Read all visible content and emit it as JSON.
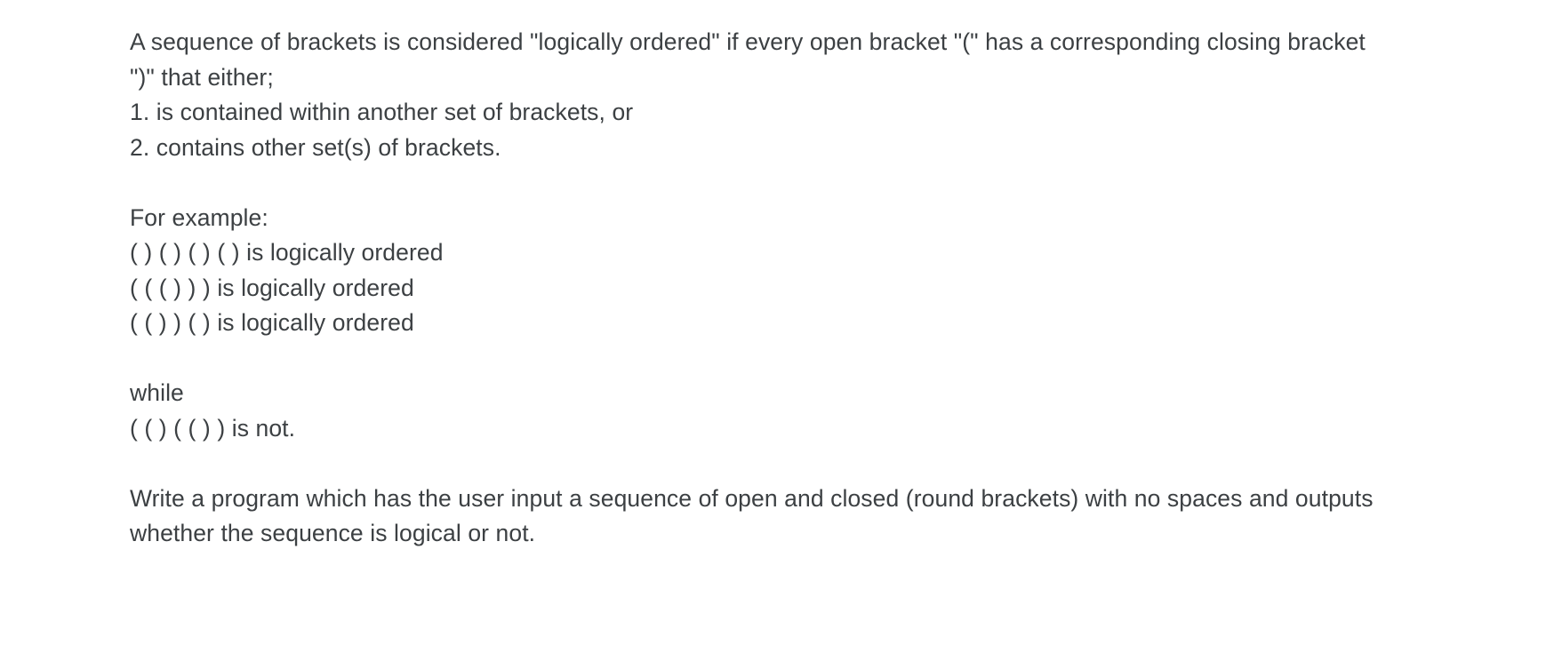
{
  "document": {
    "type": "plain-text-problem-statement",
    "text_color": "#3c4043",
    "background_color": "#ffffff",
    "paragraphs": [
      {
        "id": "definition",
        "lines": [
          "A sequence of brackets is considered \"logically ordered\" if every open bracket \"(\" has a corresponding closing bracket \")\" that either;",
          "1. is contained within another set of brackets, or",
          "2. contains other set(s) of brackets."
        ]
      },
      {
        "id": "examples",
        "lines": [
          "For example:",
          "( ) ( ) ( ) ( ) is logically ordered",
          "( ( ( ) ) ) is logically ordered",
          "( ( ) ) ( ) is logically ordered"
        ]
      },
      {
        "id": "counter-example",
        "lines": [
          "while",
          "( ( ) ( ( ) ) is not."
        ]
      },
      {
        "id": "task",
        "lines": [
          "Write a program which has the user input a sequence of open and closed (round brackets) with no spaces and outputs whether the sequence is logical or not."
        ]
      }
    ]
  }
}
